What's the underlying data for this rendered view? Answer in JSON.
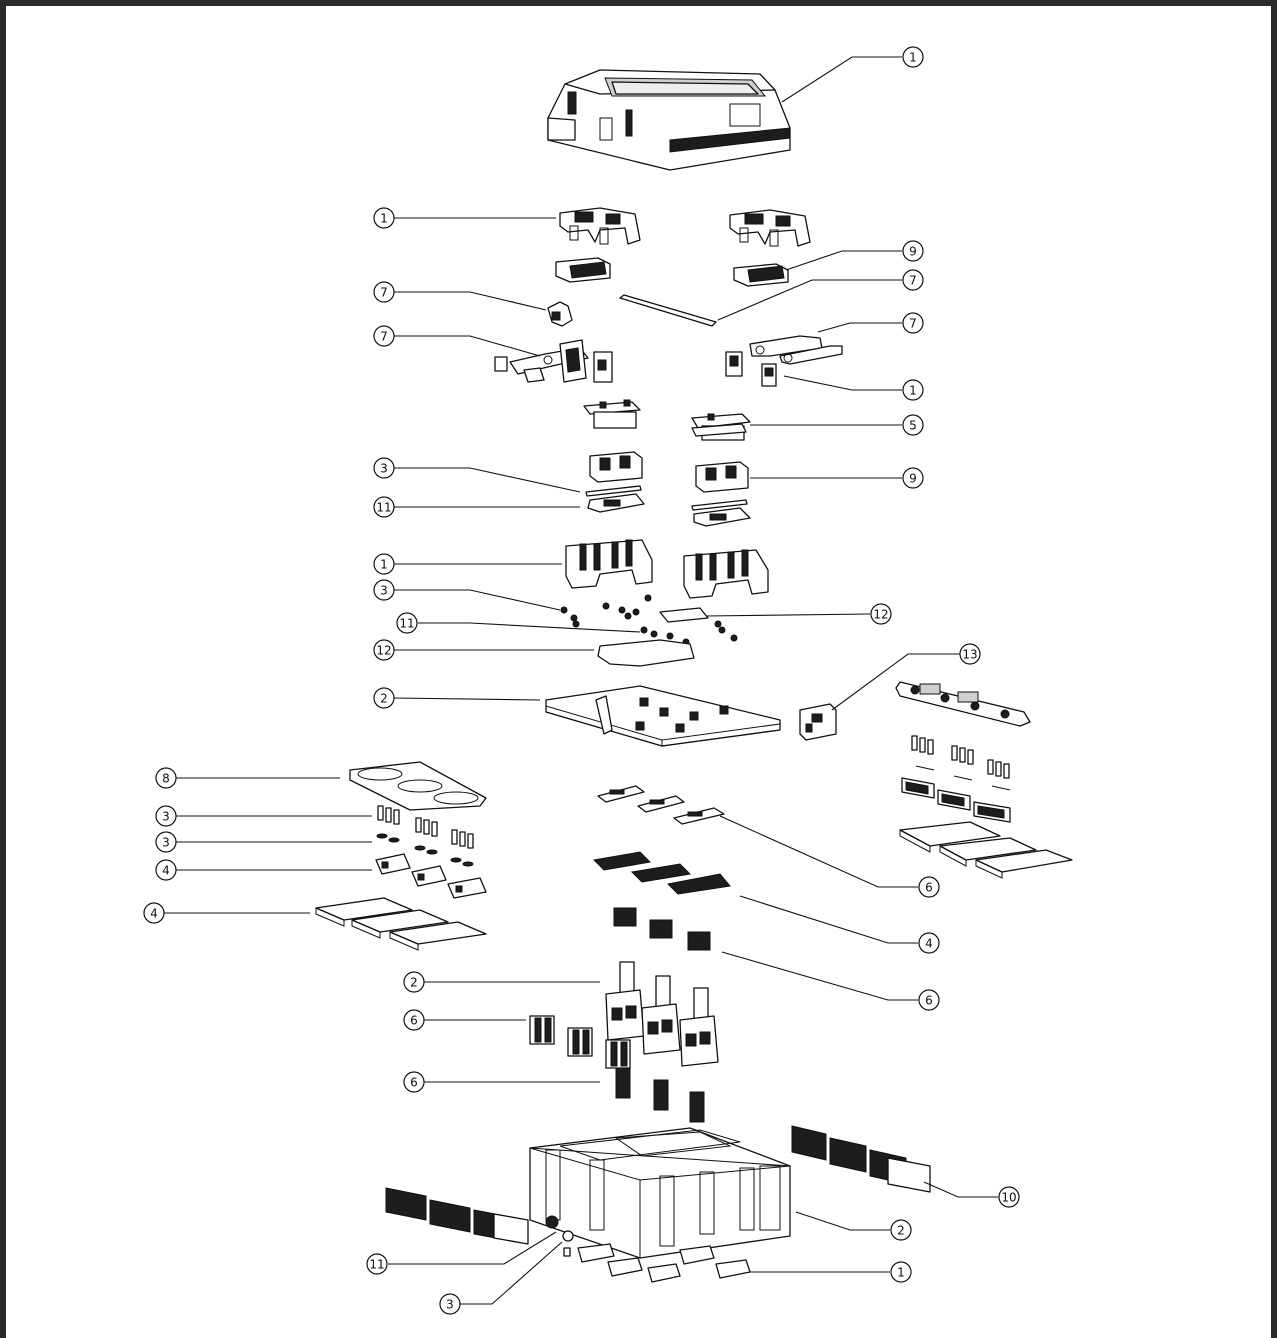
{
  "colors": {
    "ink": "#111111",
    "frame": "#2a2a2a",
    "background": "#ffffff"
  },
  "callouts": [
    {
      "id": "c1",
      "label": "1"
    },
    {
      "id": "c2",
      "label": "1"
    },
    {
      "id": "c3",
      "label": "9"
    },
    {
      "id": "c4",
      "label": "7"
    },
    {
      "id": "c5",
      "label": "7"
    },
    {
      "id": "c6",
      "label": "7"
    },
    {
      "id": "c7",
      "label": "7"
    },
    {
      "id": "c8",
      "label": "1"
    },
    {
      "id": "c9",
      "label": "5"
    },
    {
      "id": "c10",
      "label": "3"
    },
    {
      "id": "c11",
      "label": "9"
    },
    {
      "id": "c12",
      "label": "11"
    },
    {
      "id": "c13",
      "label": "1"
    },
    {
      "id": "c14",
      "label": "3"
    },
    {
      "id": "c15",
      "label": "12"
    },
    {
      "id": "c16",
      "label": "11"
    },
    {
      "id": "c17",
      "label": "12"
    },
    {
      "id": "c18",
      "label": "13"
    },
    {
      "id": "c19",
      "label": "2"
    },
    {
      "id": "c20",
      "label": "8"
    },
    {
      "id": "c21",
      "label": "3"
    },
    {
      "id": "c22",
      "label": "3"
    },
    {
      "id": "c23",
      "label": "4"
    },
    {
      "id": "c24",
      "label": "4"
    },
    {
      "id": "c25",
      "label": "6"
    },
    {
      "id": "c26",
      "label": "4"
    },
    {
      "id": "c27",
      "label": "6"
    },
    {
      "id": "c28",
      "label": "2"
    },
    {
      "id": "c29",
      "label": "6"
    },
    {
      "id": "c30",
      "label": "6"
    },
    {
      "id": "c31",
      "label": "10"
    },
    {
      "id": "c32",
      "label": "2"
    },
    {
      "id": "c33",
      "label": "11"
    },
    {
      "id": "c34",
      "label": "1"
    },
    {
      "id": "c35",
      "label": "3"
    }
  ]
}
